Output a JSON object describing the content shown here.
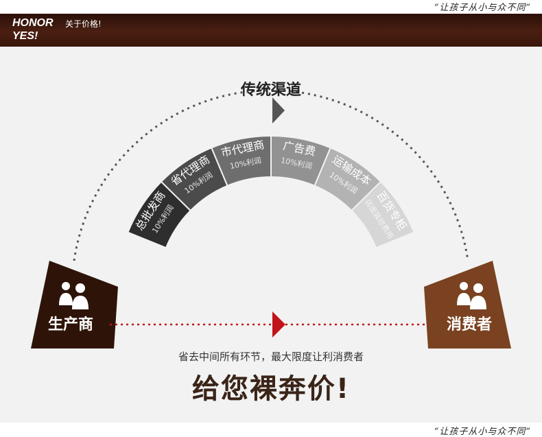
{
  "slogan": "“让孩子从小与众不同”",
  "banner": {
    "brand_line1": "HONOR",
    "brand_line2": "YES!",
    "note": "关于价格!"
  },
  "diagram": {
    "top_title": "传统渠道",
    "producer": "生产商",
    "consumer": "消费者",
    "subtitle": "省去中间所有环节，最大限度让利消费者",
    "headline": "给您裸奔价!",
    "segments": [
      {
        "label": "总批发商",
        "sub": "10%利润",
        "color": "#2e2e2e"
      },
      {
        "label": "省代理商",
        "sub": "10%利润",
        "color": "#4b4b4b"
      },
      {
        "label": "市代理商",
        "sub": "10%利润",
        "color": "#6e6e6e"
      },
      {
        "label": "广告费",
        "sub": "10%利润",
        "color": "#929292"
      },
      {
        "label": "运输成本",
        "sub": "10%利润",
        "color": "#b3b3b3"
      },
      {
        "label": "百货专柜",
        "sub": "店面装修费用",
        "color": "#d6d6d6"
      }
    ],
    "colors": {
      "producer": "#2e1408",
      "consumer": "#7a4220",
      "accent": "#c0141a",
      "arc_dots": "#555555"
    }
  }
}
